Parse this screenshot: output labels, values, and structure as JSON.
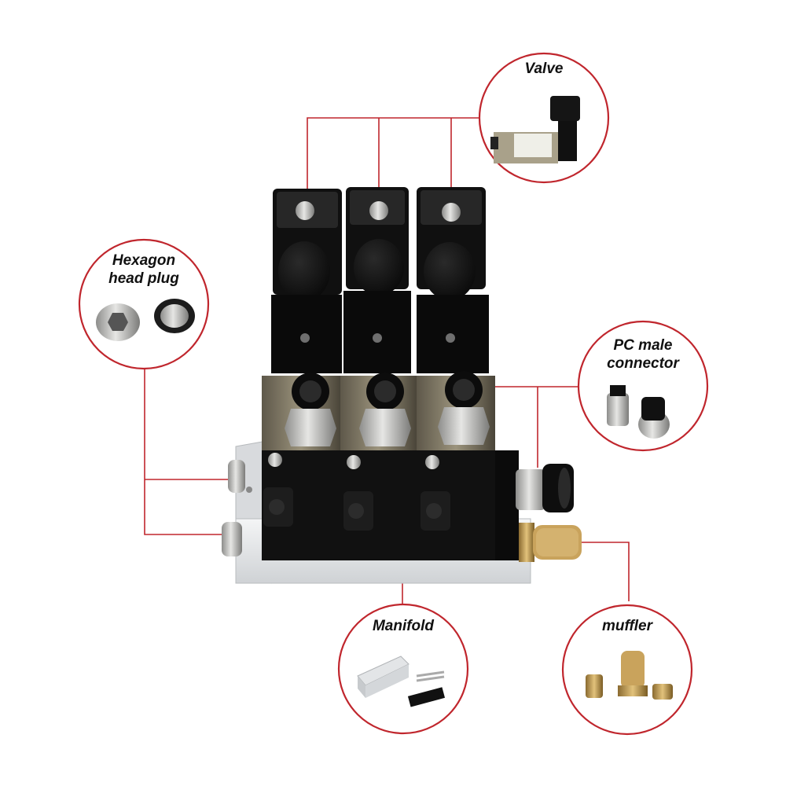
{
  "image": {
    "background": "#ffffff",
    "subject": "solenoid-valve-manifold-assembly",
    "accent_color": "#c0262d",
    "part_colors": {
      "valve_body": "#0d0d0d",
      "manifold": "#e4e6e8",
      "port_block": "#7d7664",
      "brass": "#c9a35c",
      "nickel": "#c5c5c3"
    }
  },
  "callouts": {
    "valve": {
      "label": "Valve"
    },
    "hex_plug": {
      "label": "Hexagon\nhead plug"
    },
    "pc_connector": {
      "label": "PC male\nconnector"
    },
    "manifold": {
      "label": "Manifold"
    },
    "muffler": {
      "label": "muffler"
    }
  }
}
